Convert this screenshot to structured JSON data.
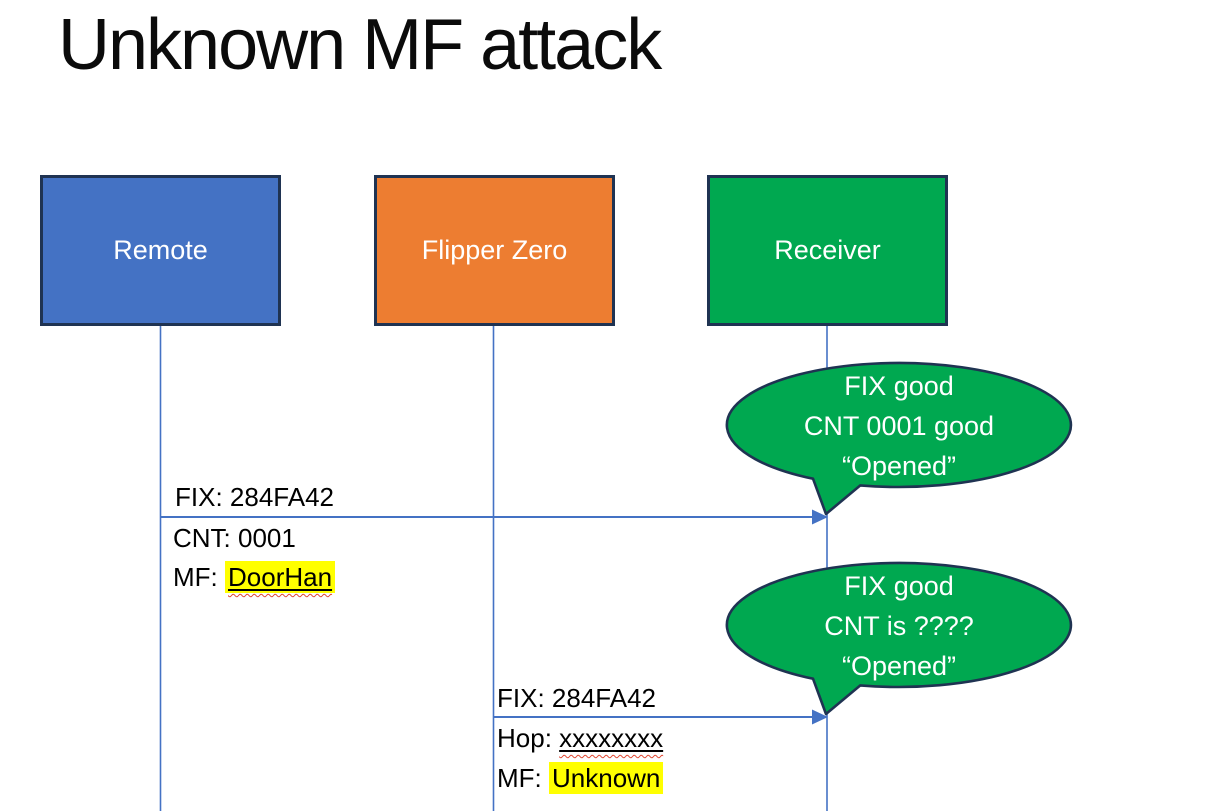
{
  "title": "Unknown MF attack",
  "colors": {
    "actor_blue": "#4472C4",
    "actor_orange": "#ED7D31",
    "actor_green": "#00A850",
    "outline_navy": "#1F3352",
    "line_blue": "#4472C4",
    "highlight_yellow": "#FFFF00",
    "spellcheck_red": "#E0452F",
    "actor_text": "#FFFFFF",
    "label_text": "#000000"
  },
  "actors": [
    {
      "id": "remote",
      "label": "Remote"
    },
    {
      "id": "flipper-zero",
      "label": "Flipper Zero"
    },
    {
      "id": "receiver",
      "label": "Receiver"
    }
  ],
  "messages": [
    {
      "from": "Remote",
      "to": "Receiver",
      "fix": "FIX: 284FA42",
      "cnt": "CNT: 0001",
      "mf_label": "MF: ",
      "mf_value": "DoorHan"
    },
    {
      "from": "Flipper Zero",
      "to": "Receiver",
      "fix": "FIX: 284FA42",
      "hop_label": "Hop: ",
      "hop_value": "xxxxxxxx",
      "mf_label": "MF: ",
      "mf_value": "Unknown"
    }
  ],
  "callouts": [
    {
      "line1": "FIX good",
      "line2": "CNT 0001 good",
      "line3": "“Opened”"
    },
    {
      "line1": "FIX good",
      "line2": "CNT is ????",
      "line3": "“Opened”"
    }
  ]
}
